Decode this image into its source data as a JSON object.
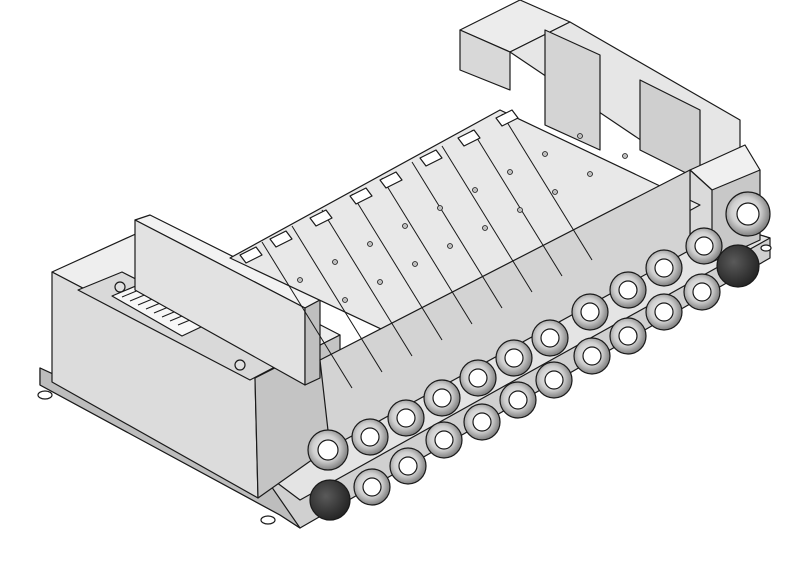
{
  "image": {
    "subject": "manifold-valve-assembly",
    "background": "#ffffff",
    "valve_count": 9,
    "fittings_per_valve": 2,
    "colors": {
      "face_light": "#e9e9e9",
      "face_mid": "#d6d6d6",
      "face_dark": "#bdbdbd",
      "edge": "#1a1a1a",
      "fitting_dark": "#2b2b2b",
      "plug_dark": "#3a3a3a"
    }
  }
}
